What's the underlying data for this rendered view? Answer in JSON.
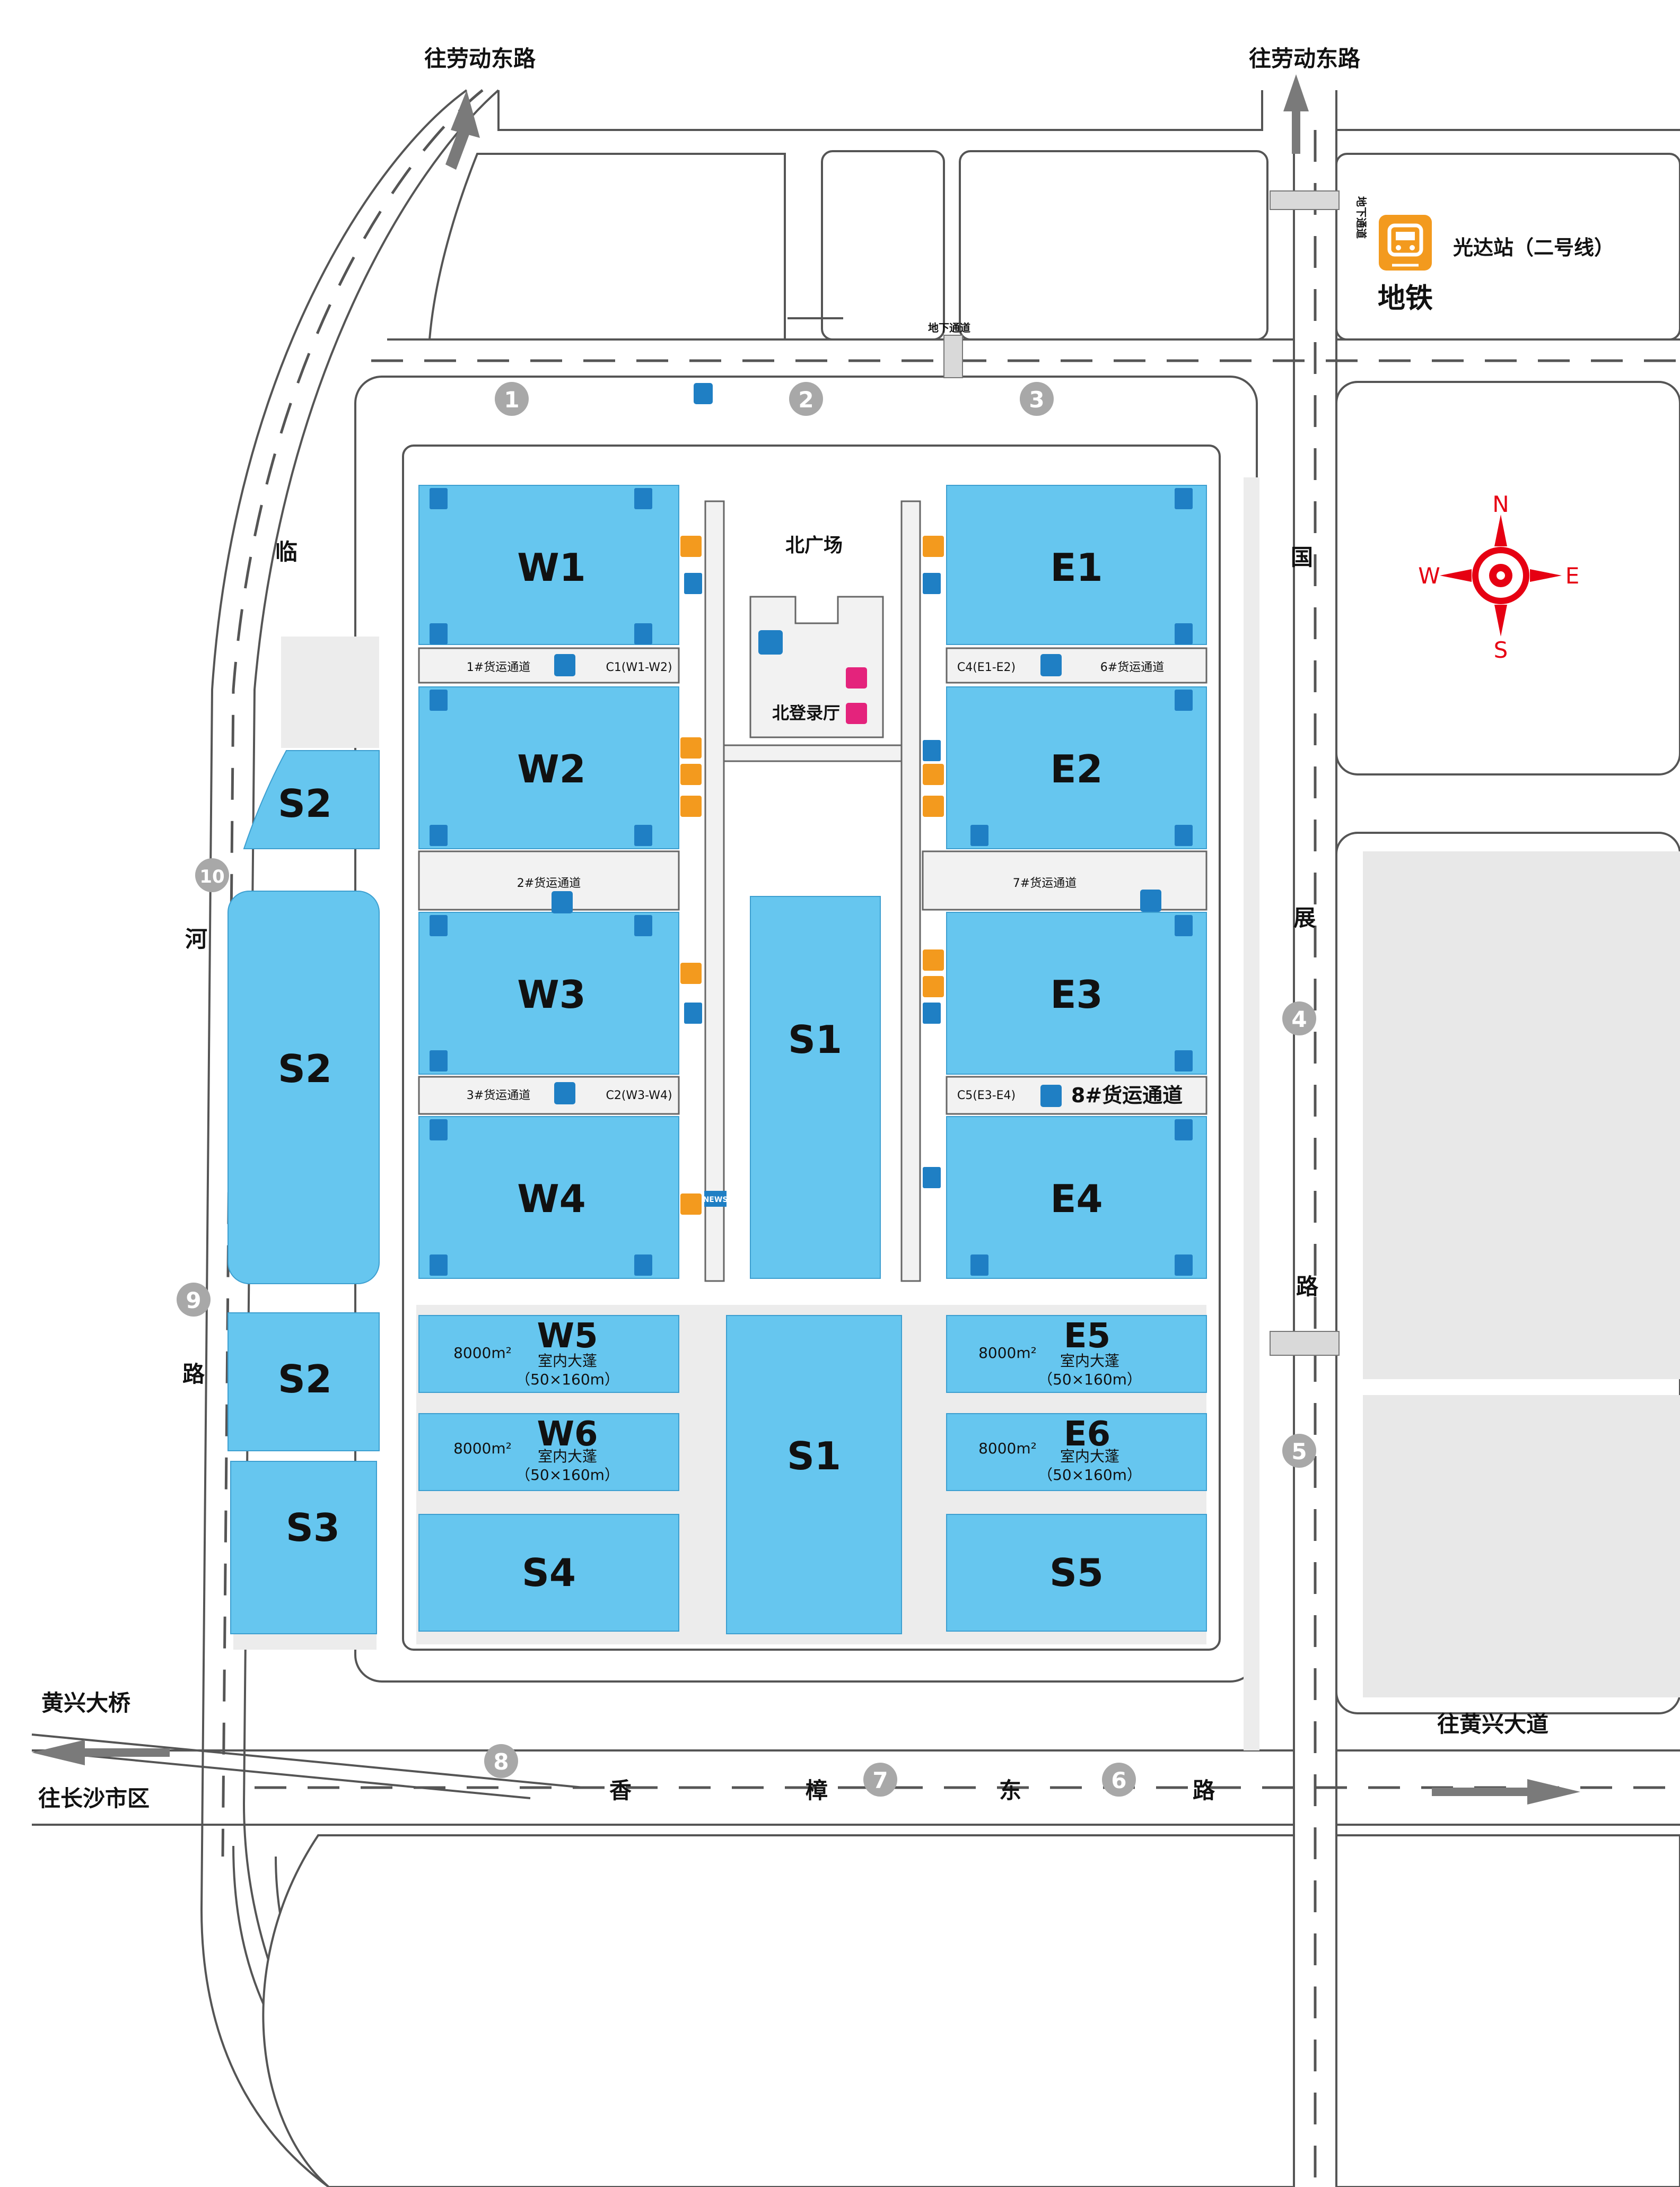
{
  "roads": {
    "north_left": "往劳动东路",
    "north_right": "往劳动东路",
    "bridge": "黄兴大桥",
    "to_changsha": "往长沙市区",
    "to_huangxing": "往黄兴大道",
    "west_road": [
      "临",
      "河",
      "路"
    ],
    "east_road": [
      "国",
      "展",
      "路"
    ],
    "south_road": [
      "香",
      "樟",
      "东",
      "路"
    ],
    "underpass_top": "地下通道",
    "underpass_side": "地下通道"
  },
  "metro": {
    "title": "地铁",
    "station": "光达站（二号线）",
    "icon": "metro-icon",
    "color": "#f39a1e"
  },
  "compass": {
    "n": "N",
    "e": "E",
    "s": "S",
    "w": "W",
    "color": "#e60012"
  },
  "gates": [
    "1",
    "2",
    "3",
    "4",
    "5",
    "6",
    "7",
    "8",
    "9",
    "10"
  ],
  "halls": {
    "W1": "W1",
    "W2": "W2",
    "W3": "W3",
    "W4": "W4",
    "E1": "E1",
    "E2": "E2",
    "E3": "E3",
    "E4": "E4",
    "S1_upper": "S1",
    "S1_lower": "S1",
    "S2_a": "S2",
    "S2_b": "S2",
    "S2_c": "S2",
    "S3": "S3",
    "S4": "S4",
    "S5": "S5"
  },
  "tents": {
    "W5": {
      "name": "W5",
      "area": "8000m²",
      "type": "室内大蓬",
      "size": "（50×160m）"
    },
    "W6": {
      "name": "W6",
      "area": "8000m²",
      "type": "室内大蓬",
      "size": "（50×160m）"
    },
    "E5": {
      "name": "E5",
      "area": "8000m²",
      "type": "室内大蓬",
      "size": "（50×160m）"
    },
    "E6": {
      "name": "E6",
      "area": "8000m²",
      "type": "室内大蓬",
      "size": "（50×160m）"
    }
  },
  "corridors": {
    "c1": "1#货运通道",
    "c1b": "C1(W1-W2)",
    "c2": "2#货运通道",
    "c3": "3#货运通道",
    "c3b": "C2(W3-W4)",
    "c4": "C4(E1-E2)",
    "c6": "6#货运通道",
    "c7": "7#货运通道",
    "c5": "C5(E3-E4)",
    "c8": "8#货运通道"
  },
  "plaza": {
    "north": "北广场",
    "hall": "北登录厅"
  },
  "icons": {
    "restroom": "restroom-icon",
    "food": "food-icon",
    "service": "service-icon",
    "news": "NEWS",
    "colors": {
      "hall": "#66c6ef",
      "icon_blue": "#1f7fc4",
      "icon_orange": "#f39a1e",
      "icon_pink": "#e4237c"
    }
  }
}
